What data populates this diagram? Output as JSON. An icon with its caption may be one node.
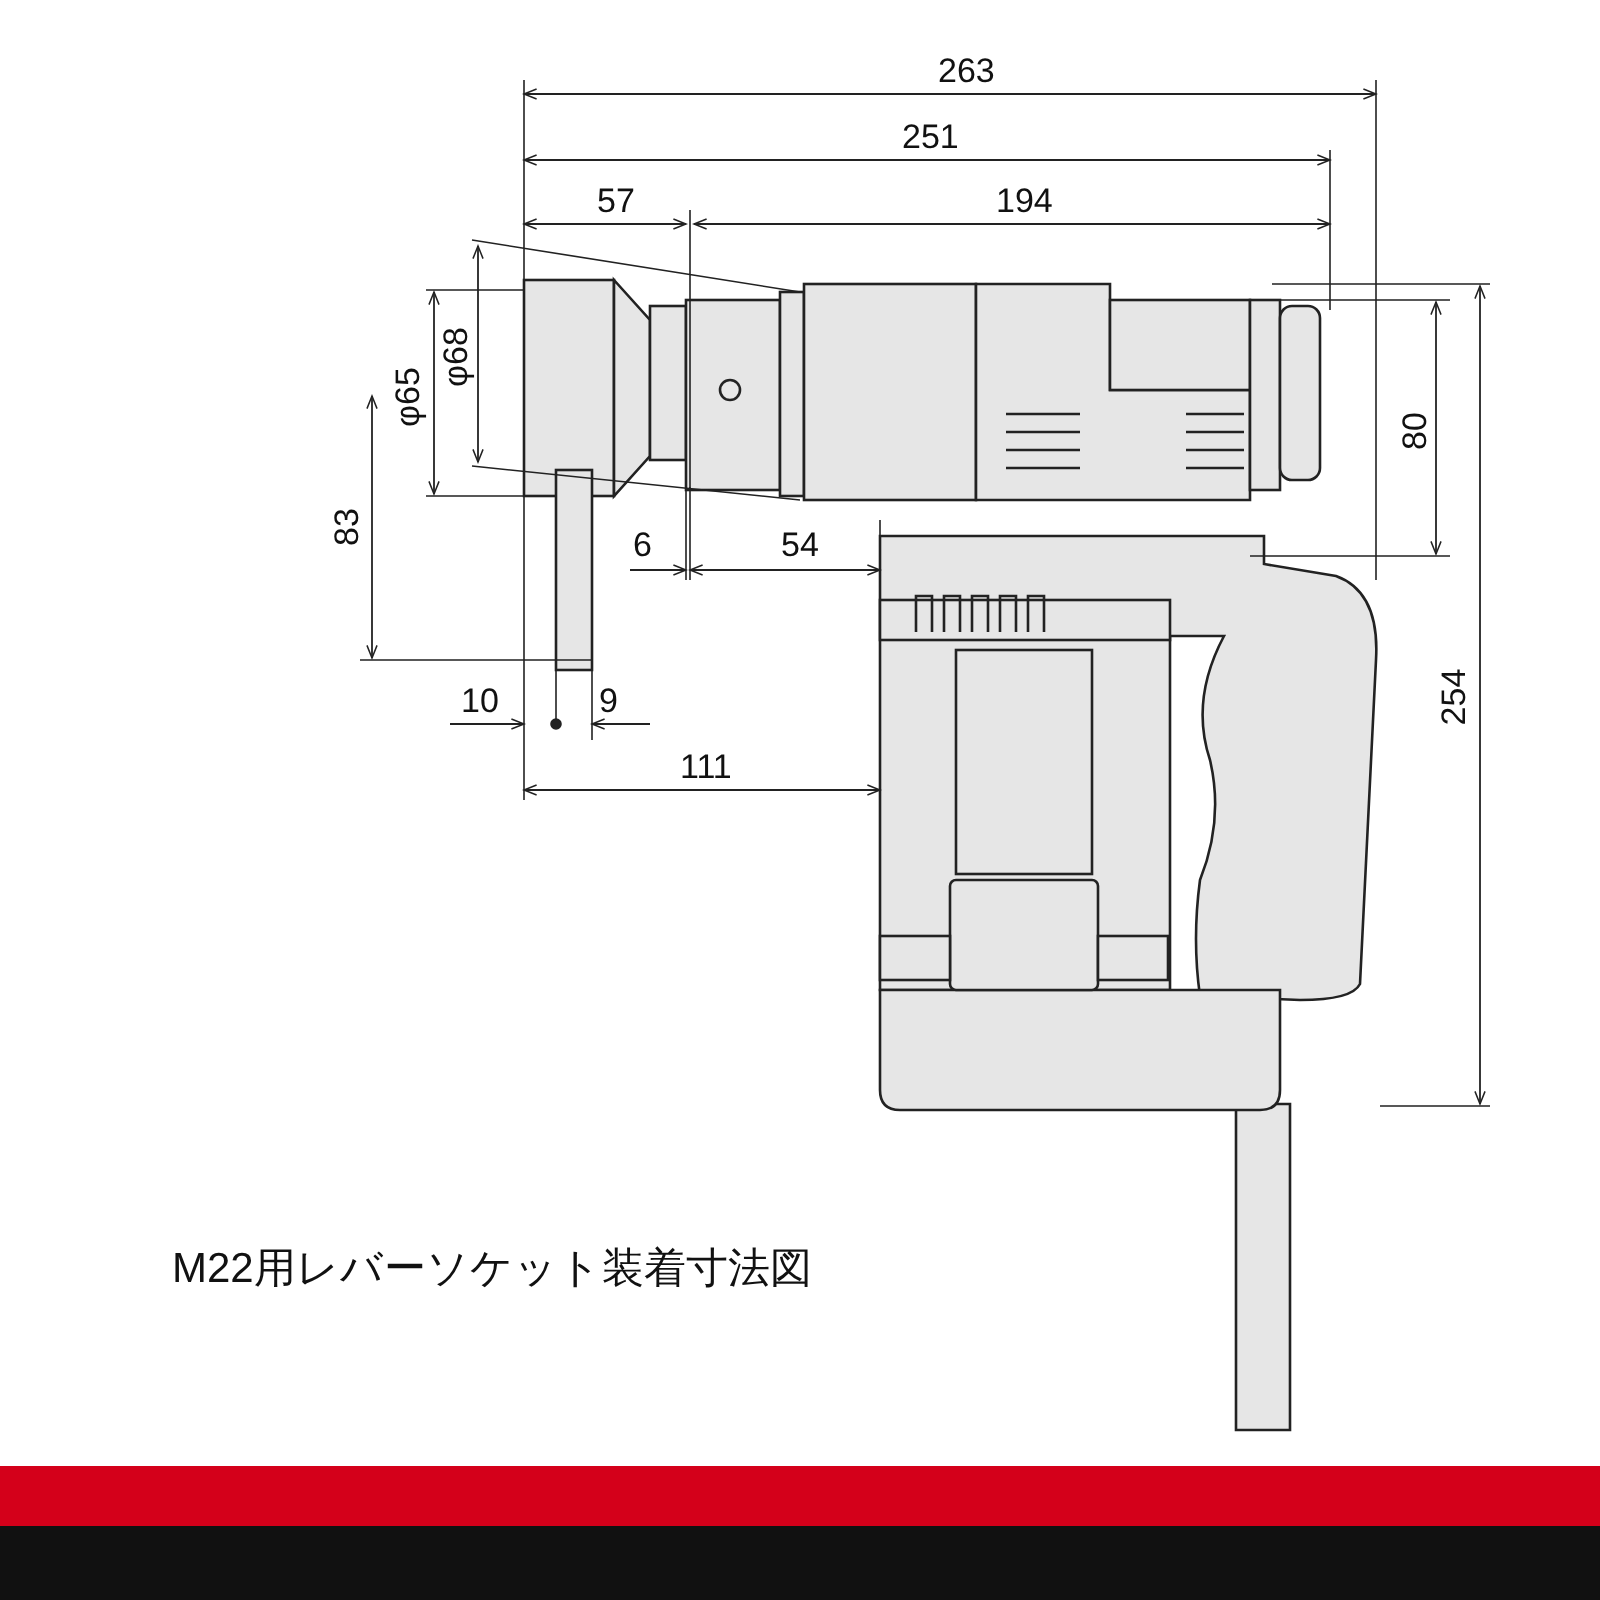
{
  "diagram": {
    "caption": "M22用レバーソケット装着寸法図",
    "labels": [
      "263",
      "251",
      "57",
      "194",
      "φ68",
      "φ65",
      "80",
      "83",
      "6",
      "54",
      "10",
      "9",
      "111",
      "254"
    ]
  }
}
